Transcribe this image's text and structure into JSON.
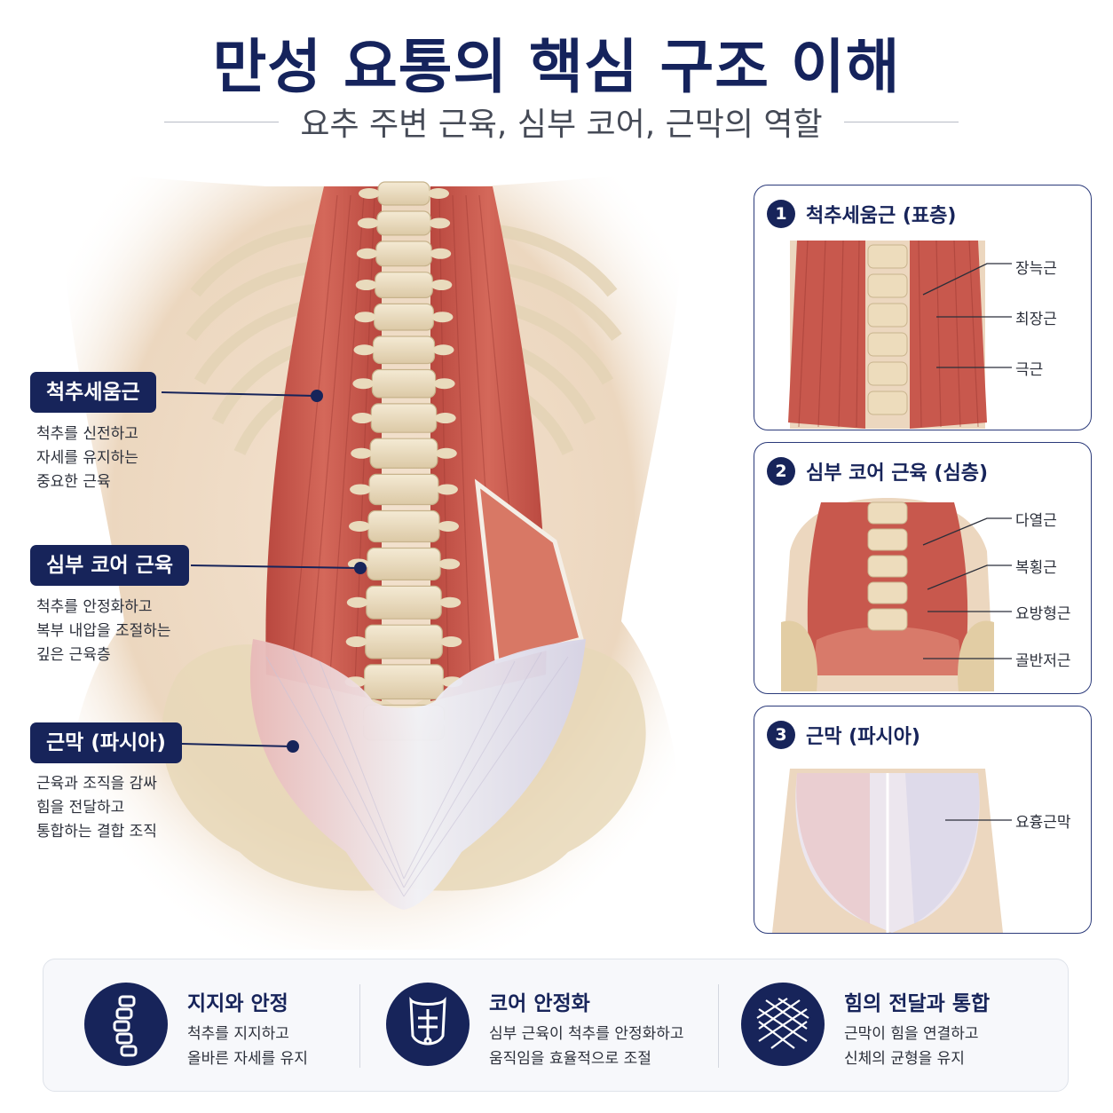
{
  "title": "만성 요통의 핵심 구조 이해",
  "subtitle": "요추 주변 근육, 심부 코어, 근막의 역할",
  "colors": {
    "navy": "#17245a",
    "muscle": "#c8584d",
    "bone": "#ece0c4",
    "fascia": "#e6dbe6",
    "skin": "#efdcc8"
  },
  "callouts": [
    {
      "label": "척추세움근",
      "desc": [
        "척추를 신전하고",
        "자세를 유지하는",
        "중요한 근육"
      ]
    },
    {
      "label": "심부 코어 근육",
      "desc": [
        "척추를 안정화하고",
        "복부 내압을 조절하는",
        "깊은 근육층"
      ]
    },
    {
      "label": "근막 (파시아)",
      "desc": [
        "근육과 조직을 감싸",
        "힘을 전달하고",
        "통합하는 결합 조직"
      ]
    }
  ],
  "panels": [
    {
      "num": "1",
      "title": "척추세움근 (표층)",
      "labels": [
        "장늑근",
        "최장근",
        "극근"
      ]
    },
    {
      "num": "2",
      "title": "심부 코어 근육 (심층)",
      "labels": [
        "다열근",
        "복횡근",
        "요방형근",
        "골반저근"
      ]
    },
    {
      "num": "3",
      "title": "근막 (파시아)",
      "labels": [
        "요흉근막"
      ]
    }
  ],
  "features": [
    {
      "icon": "spine-icon",
      "title": "지지와 안정",
      "desc": [
        "척추를 지지하고",
        "올바른 자세를 유지"
      ]
    },
    {
      "icon": "torso-icon",
      "title": "코어 안정화",
      "desc": [
        "심부 근육이 척추를 안정화하고",
        "움직임을 효율적으로 조절"
      ]
    },
    {
      "icon": "mesh-icon",
      "title": "힘의 전달과 통합",
      "desc": [
        "근막이 힘을 연결하고",
        "신체의 균형을 유지"
      ]
    }
  ]
}
